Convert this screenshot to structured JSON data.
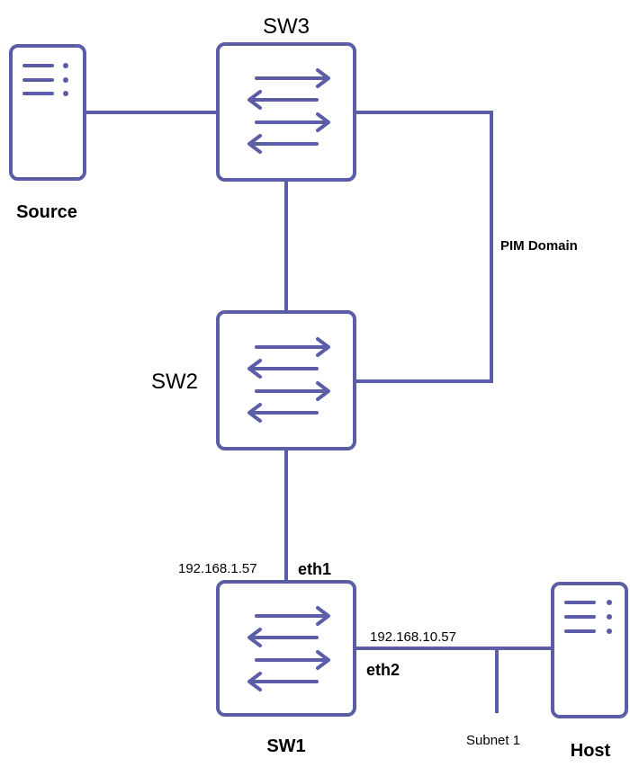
{
  "nodes": {
    "sw3": {
      "label": "SW3"
    },
    "sw2": {
      "label": "SW2"
    },
    "sw1": {
      "label": "SW1"
    },
    "source": {
      "label": "Source"
    },
    "host": {
      "label": "Host"
    }
  },
  "links": {
    "pim_domain": "PIM Domain",
    "sw1_eth1_ip": "192.168.1.57",
    "sw1_eth1_port": "eth1",
    "sw1_eth2_ip": "192.168.10.57",
    "sw1_eth2_port": "eth2",
    "subnet": "Subnet 1"
  },
  "colors": {
    "line": "#5b5ea6"
  }
}
